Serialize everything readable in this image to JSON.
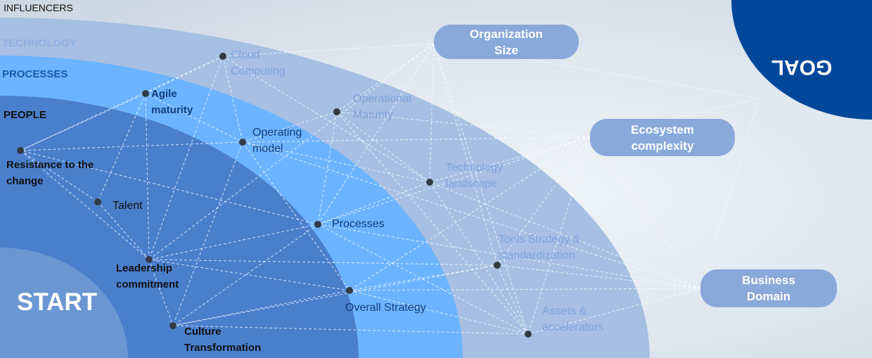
{
  "colors": {
    "background": "#dfe7ee",
    "ring_technology": "#a6bfe2",
    "ring_processes": "#6cb4ff",
    "ring_people": "#4a7fcc",
    "start_circle": "#6a97d2",
    "goal": "#00479a",
    "pill": "#8aa9db"
  },
  "rings": {
    "influencers": "INFLUENCERS",
    "technology": "TECHNOLOGY",
    "processes": "PROCESSES",
    "people": "PEOPLE"
  },
  "start": "START",
  "goal": "GOAL",
  "influencers": [
    {
      "line1": "Organization",
      "line2": "Size"
    },
    {
      "line1": "Ecosystem",
      "line2": "complexity"
    },
    {
      "line1": "Business",
      "line2": "Domain"
    }
  ],
  "nodes": [
    {
      "line1": "Cloud",
      "line2": "Computing"
    },
    {
      "line1": "Operational",
      "line2": "Maturity"
    },
    {
      "line1": "Technology",
      "line2": "landscape"
    },
    {
      "line1": "Tools Strategy &",
      "line2": "standardization"
    },
    {
      "line1": "Assets &",
      "line2": "accelerators"
    },
    {
      "line1": "Agile",
      "line2": "maturity"
    },
    {
      "line1": "Operating",
      "line2": "model"
    },
    {
      "line1": "Processes"
    },
    {
      "line1": "Overall Strategy"
    },
    {
      "line1": "Resistance to the",
      "line2": "change"
    },
    {
      "line1": "Talent"
    },
    {
      "line1": "Leadership",
      "line2": "commitment"
    },
    {
      "line1": "Culture",
      "line2": "Transformation"
    }
  ]
}
